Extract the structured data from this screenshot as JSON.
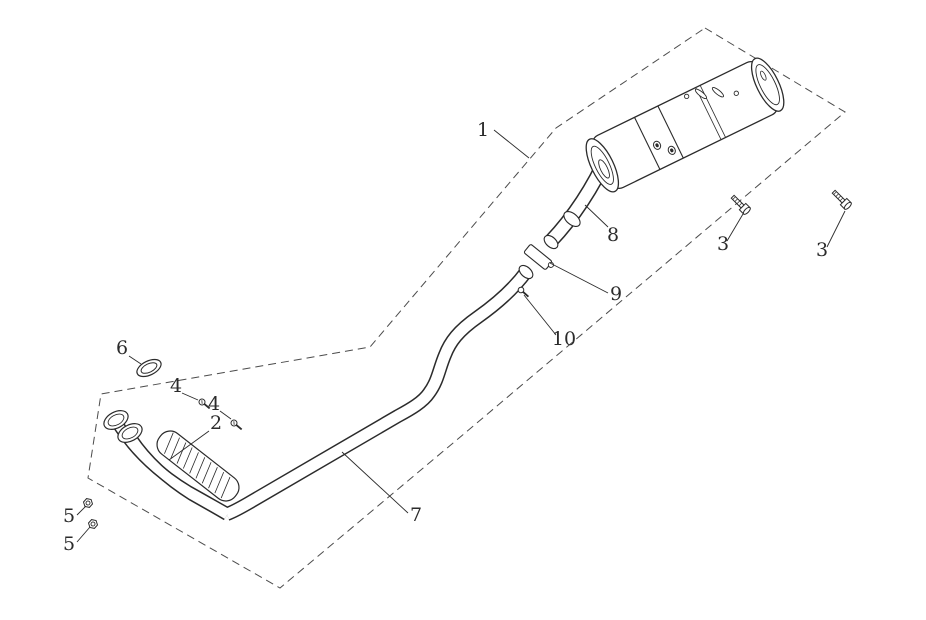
{
  "diagram": {
    "background_color": "#ffffff",
    "line_color": "#2b2b2b",
    "callouts": [
      {
        "label": "1"
      },
      {
        "label": "2"
      },
      {
        "label": "3"
      },
      {
        "label": "3"
      },
      {
        "label": "4"
      },
      {
        "label": "4"
      },
      {
        "label": "5"
      },
      {
        "label": "5"
      },
      {
        "label": "6"
      },
      {
        "label": "7"
      },
      {
        "label": "8"
      },
      {
        "label": "9"
      },
      {
        "label": "10"
      }
    ]
  }
}
